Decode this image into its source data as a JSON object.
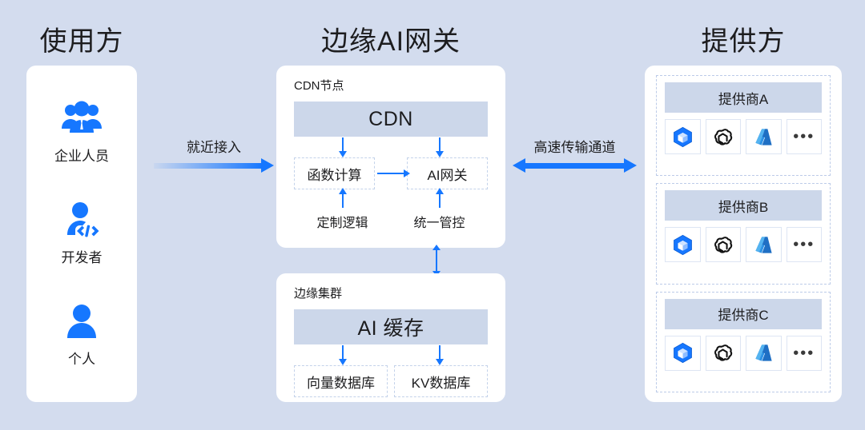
{
  "columns": {
    "consumer_title": "使用方",
    "gateway_title": "边缘AI网关",
    "provider_title": "提供方"
  },
  "consumers": {
    "personas": [
      {
        "label": "企业人员",
        "icon": "people-group-icon"
      },
      {
        "label": "开发者",
        "icon": "developer-code-icon"
      },
      {
        "label": "个人",
        "icon": "single-person-icon"
      }
    ]
  },
  "connectors": {
    "access": {
      "label": "就近接入",
      "direction": "right",
      "style": "gradient"
    },
    "transport": {
      "label": "高速传输通道",
      "direction": "both",
      "style": "solid"
    },
    "cdn_to_edge": {
      "label": "",
      "direction": "both",
      "style": "solid"
    }
  },
  "cdn_node": {
    "caption": "CDN节点",
    "headline": "CDN",
    "blocks": [
      {
        "label": "函数计算",
        "sublabel": "定制逻辑"
      },
      {
        "label": "AI网关",
        "sublabel": "统一管控"
      }
    ],
    "inner_arrow": "函数计算 → AI网关"
  },
  "edge_cluster": {
    "caption": "边缘集群",
    "headline": "AI 缓存",
    "blocks": [
      {
        "label": "向量数据库"
      },
      {
        "label": "KV数据库"
      }
    ]
  },
  "providers": {
    "groups": [
      {
        "name": "提供商A",
        "logos": [
          "qwen-cube-icon",
          "openai-icon",
          "azure-icon",
          "more-ellipsis-icon"
        ],
        "more_glyph": "•••"
      },
      {
        "name": "提供商B",
        "logos": [
          "qwen-cube-icon",
          "openai-icon",
          "azure-icon",
          "more-ellipsis-icon"
        ],
        "more_glyph": "•••"
      },
      {
        "name": "提供商C",
        "logos": [
          "qwen-cube-icon",
          "openai-icon",
          "azure-icon",
          "more-ellipsis-icon"
        ],
        "more_glyph": "•••"
      }
    ]
  },
  "colors": {
    "background": "#d3dcee",
    "card": "#ffffff",
    "bar": "#ccd7ea",
    "accent": "#1677ff",
    "dashed_border": "#c3d2ea",
    "text": "#1d1d1f"
  }
}
